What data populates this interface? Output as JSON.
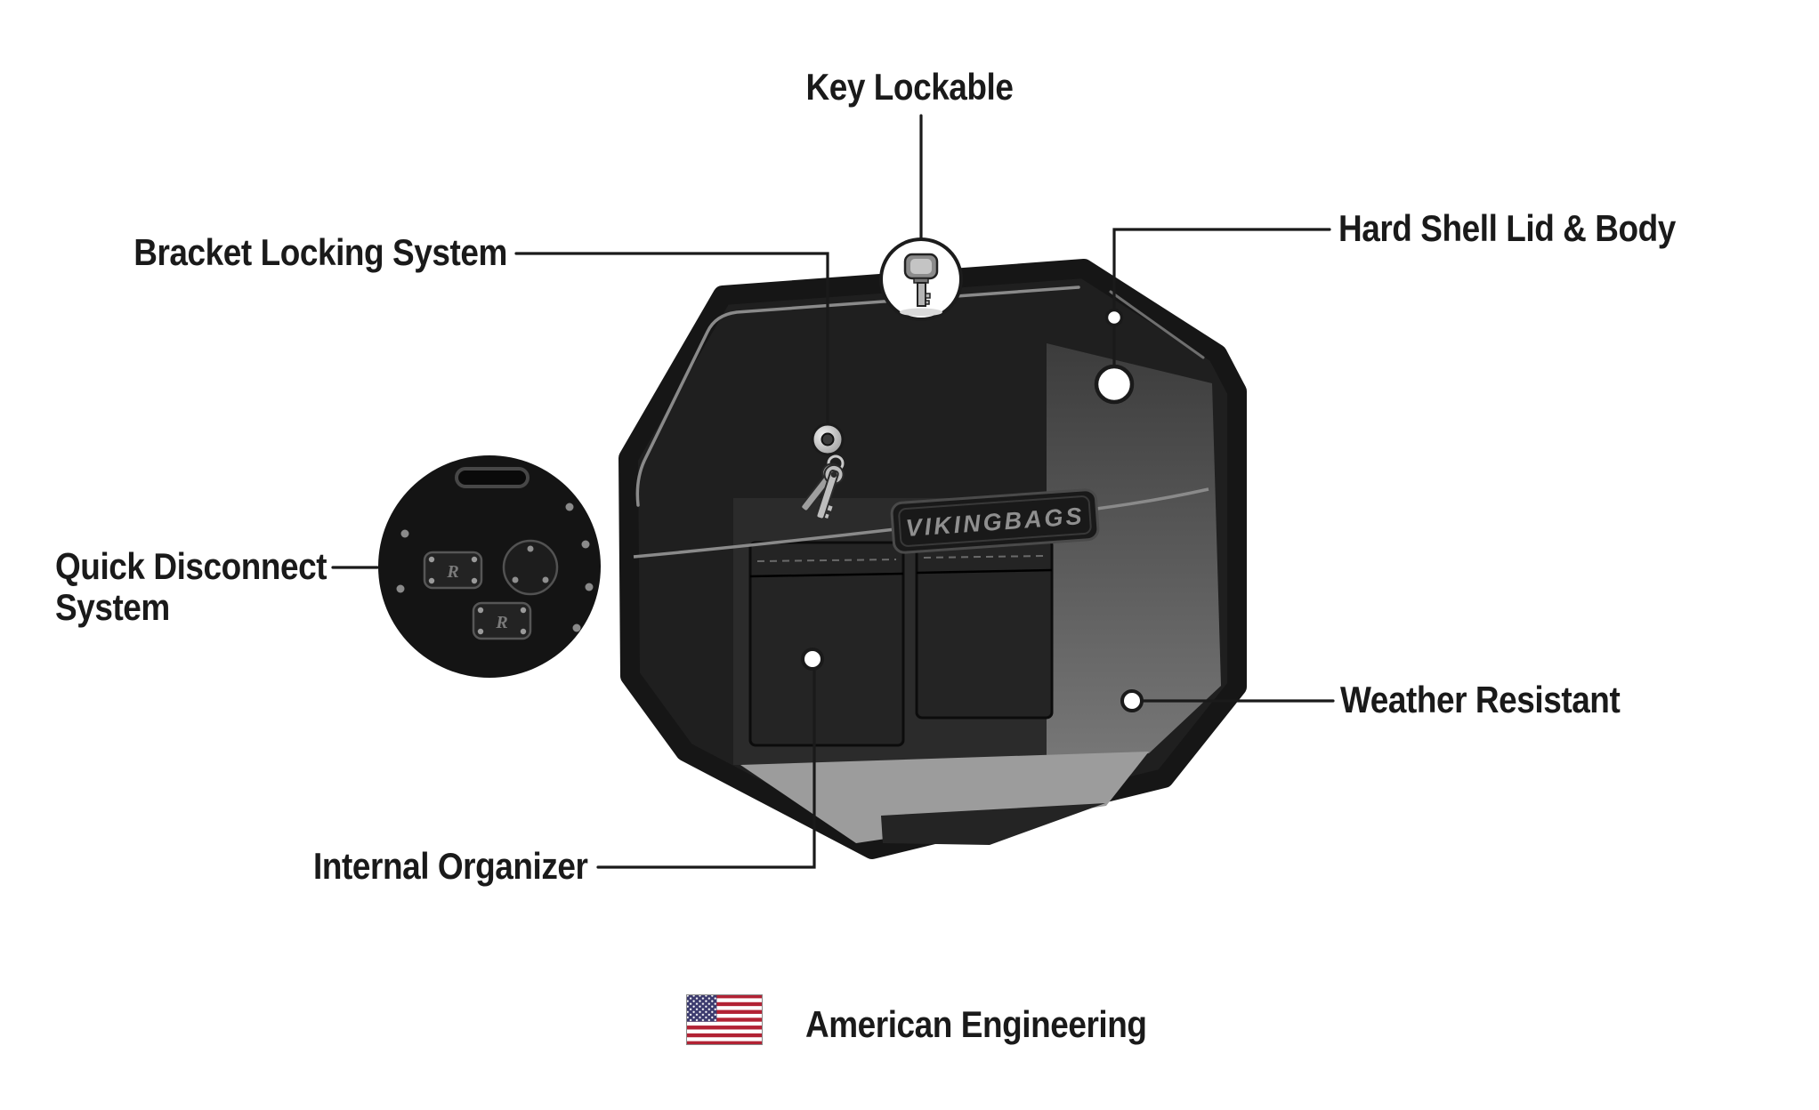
{
  "labels": {
    "key_lockable": "Key Lockable",
    "bracket_locking_system": "Bracket Locking System",
    "hard_shell_lid_body": "Hard Shell Lid & Body",
    "quick_disconnect_line1": "Quick Disconnect",
    "quick_disconnect_line2": "System",
    "weather_resistant": "Weather Resistant",
    "internal_organizer": "Internal Organizer",
    "american_engineering": "American Engineering"
  },
  "product": {
    "brand_plate": "VIKINGBAGS",
    "inset_bracket_mark": "R"
  },
  "icons": {
    "key": "key-icon",
    "lock": "lock-icon",
    "flag": "us-flag-icon",
    "inset": "quick-disconnect-inset"
  },
  "colors": {
    "text": "#1a1a1a",
    "line": "#1a1a1a",
    "bag_body": "#1f1f1f",
    "bag_outline": "#161616",
    "interior_wall_top": "#3c3c3c",
    "interior_wall_bottom": "#787878",
    "interior_floor": "#9c9c9c",
    "lid_edge": "#8a8a8a",
    "flag_red": "#B22234",
    "flag_blue": "#3C3B6E",
    "brand_text": "#8f8f8f"
  }
}
